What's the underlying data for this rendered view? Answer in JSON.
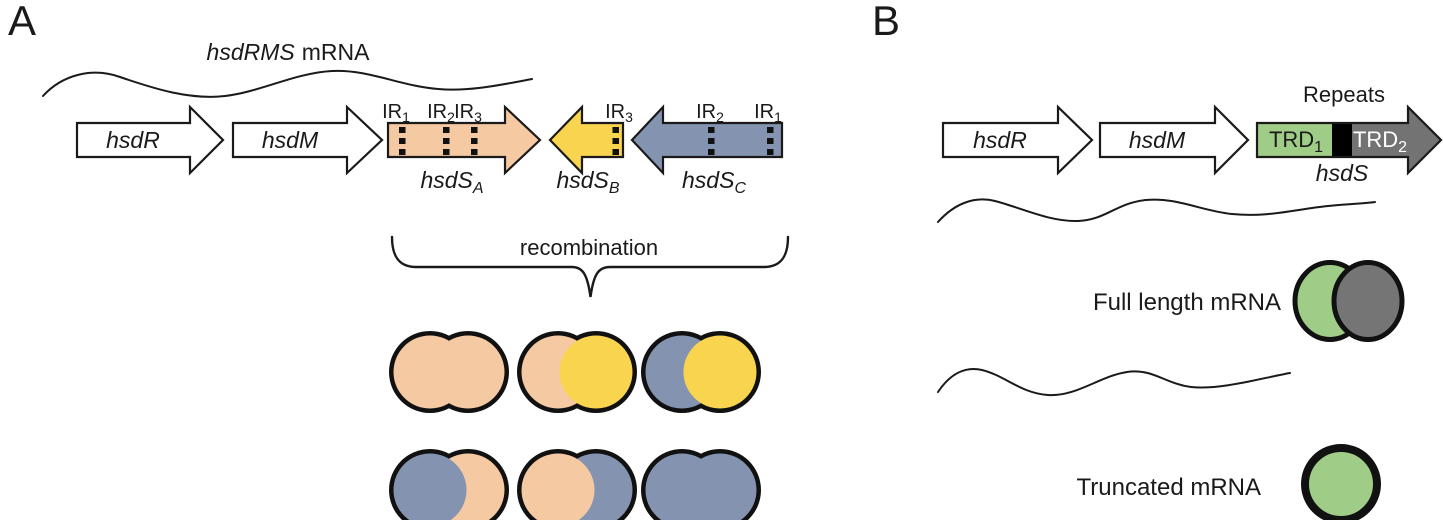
{
  "figure": {
    "background": "#ffffff",
    "outline_color": "#1a1a1a",
    "panel_a": {
      "label": "A",
      "mrna_label": {
        "italic": "hsdRMS",
        "regular": "mRNA"
      },
      "gene_arrows": [
        {
          "name": "hsdR"
        },
        {
          "name": "hsdM"
        }
      ],
      "s_gene_arrows": [
        {
          "base": "hsdS",
          "sub": "A",
          "fill": "#f5c9a1",
          "direction": "right",
          "ir_sites": [
            {
              "base": "IR",
              "sub": "1"
            },
            {
              "base": "IR",
              "sub": "2"
            },
            {
              "base": "IR",
              "sub": "3"
            }
          ]
        },
        {
          "base": "hsdS",
          "sub": "B",
          "fill": "#f9d44e",
          "direction": "left",
          "ir_sites": [
            {
              "base": "IR",
              "sub": "3"
            }
          ]
        },
        {
          "base": "hsdS",
          "sub": "C",
          "fill": "#8494b0",
          "direction": "left",
          "ir_sites": [
            {
              "base": "IR",
              "sub": "2"
            },
            {
              "base": "IR",
              "sub": "1"
            }
          ]
        }
      ],
      "recombination_label": "recombination",
      "venn_rows": [
        {
          "pairs": [
            {
              "left": "#f5c9a1",
              "right": "#f5c9a1",
              "top": "right"
            },
            {
              "left": "#f5c9a1",
              "right": "#f9d44e",
              "top": "right"
            },
            {
              "left": "#8494b0",
              "right": "#f9d44e",
              "top": "right"
            }
          ]
        },
        {
          "pairs": [
            {
              "left": "#8494b0",
              "right": "#f5c9a1",
              "top": "left"
            },
            {
              "left": "#f5c9a1",
              "right": "#8494b0",
              "top": "left"
            },
            {
              "left": "#8494b0",
              "right": "#8494b0",
              "top": "left"
            }
          ]
        }
      ]
    },
    "panel_b": {
      "label": "B",
      "gene_arrows": [
        {
          "name": "hsdR"
        },
        {
          "name": "hsdM"
        }
      ],
      "hsd_s": {
        "label": "hsdS",
        "repeats_label": "Repeats",
        "trd1": {
          "base": "TRD",
          "sub": "1",
          "fill": "#9fcc87"
        },
        "trd2": {
          "base": "TRD",
          "sub": "2",
          "fill": "#737373"
        },
        "separator_fill": "#000000"
      },
      "full_length": {
        "label": "Full length mRNA",
        "left_fill": "#9fcc87",
        "right_fill": "#757575"
      },
      "truncated": {
        "label": "Truncated mRNA",
        "fill": "#9fcc87"
      }
    }
  }
}
